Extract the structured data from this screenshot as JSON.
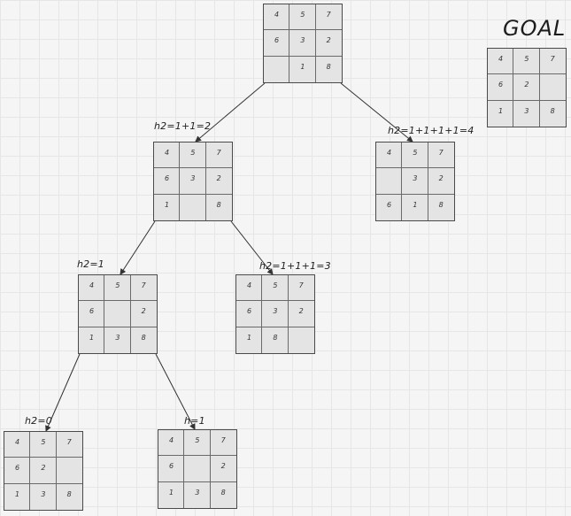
{
  "goal": {
    "title": "GOAL",
    "tiles": [
      "4",
      "5",
      "7",
      "6",
      "2",
      "",
      "1",
      "3",
      "8"
    ]
  },
  "nodes": [
    {
      "id": "root",
      "label": "",
      "tiles": [
        "4",
        "5",
        "7",
        "6",
        "3",
        "2",
        "",
        "1",
        "8"
      ]
    },
    {
      "id": "n1",
      "label": "h2=1+1=2",
      "tiles": [
        "4",
        "5",
        "7",
        "6",
        "3",
        "2",
        "1",
        "",
        "8"
      ]
    },
    {
      "id": "n2",
      "label": "h2=1+1+1+1=4",
      "tiles": [
        "4",
        "5",
        "7",
        "",
        "3",
        "2",
        "6",
        "1",
        "8"
      ]
    },
    {
      "id": "n3",
      "label": "h2=1",
      "tiles": [
        "4",
        "5",
        "7",
        "6",
        "",
        "2",
        "1",
        "3",
        "8"
      ]
    },
    {
      "id": "n4",
      "label": "h2=1+1+1=3",
      "tiles": [
        "4",
        "5",
        "7",
        "6",
        "3",
        "2",
        "1",
        "8",
        ""
      ]
    },
    {
      "id": "n5",
      "label": "h2=0",
      "tiles": [
        "4",
        "5",
        "7",
        "6",
        "2",
        "",
        "1",
        "3",
        "8"
      ]
    },
    {
      "id": "n6",
      "label": "h=1",
      "tiles": [
        "4",
        "5",
        "7",
        "6",
        "",
        "2",
        "1",
        "3",
        "8"
      ]
    }
  ],
  "edges": [
    {
      "from": "root",
      "to": "n1"
    },
    {
      "from": "root",
      "to": "n2"
    },
    {
      "from": "n1",
      "to": "n3"
    },
    {
      "from": "n1",
      "to": "n4"
    },
    {
      "from": "n3",
      "to": "n5"
    },
    {
      "from": "n3",
      "to": "n6"
    }
  ]
}
